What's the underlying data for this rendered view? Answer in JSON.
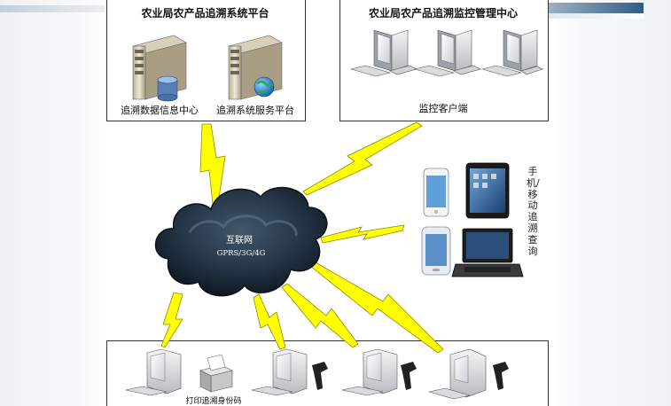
{
  "diagram": {
    "platform_panel": {
      "title": "农业局农产品追溯系统平台",
      "data_center_label": "追溯数据信息中心",
      "service_platform_label": "追溯系统服务平台"
    },
    "monitor_panel": {
      "title": "农业局农产品追溯监控管理中心",
      "client_label": "监控客户端"
    },
    "internet_cloud": {
      "title": "互联网",
      "subtitle": "GPRS/3G/4G"
    },
    "mobile_label": "手机/移动追溯查询",
    "bottom_panel": {
      "printer_label": "打印追溯身份码"
    },
    "colors": {
      "lightning": "#ffff00",
      "cloud": "#1c2b3b",
      "border": "#333333"
    }
  }
}
